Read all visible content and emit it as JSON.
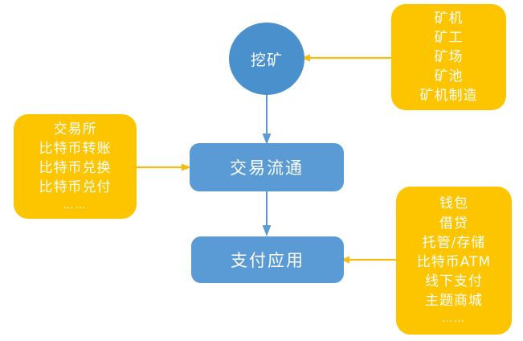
{
  "diagram": {
    "title_nodes": {
      "mining": "挖矿",
      "circulation": "交易流通",
      "payment": "支付应用"
    },
    "groups": {
      "mining_group": {
        "lines": [
          "矿机",
          "矿工",
          "矿场",
          "矿池",
          "矿机制造"
        ]
      },
      "exchange_group": {
        "lines": [
          "交易所",
          "比特币转账",
          "比特币兑换",
          "比特币兑付"
        ],
        "ellipsis": "……"
      },
      "payment_group": {
        "lines": [
          "钱包",
          "借贷",
          "托管/存储",
          "比特币ATM",
          "线下支付",
          "主题商城"
        ],
        "ellipsis": "……"
      }
    },
    "colors": {
      "blue_box": "#5b9bd5",
      "blue_circle": "#4a90cc",
      "orange_box": "#fdc400",
      "orange_arrow": "#f5bc13",
      "blue_arrow": "#5b9bd5",
      "text": "#ffffff",
      "background": "#ffffff"
    },
    "connectors": [
      {
        "name": "mining-group-to-mining",
        "direction": "left",
        "color": "#f5bc13"
      },
      {
        "name": "mining-to-circulation",
        "direction": "down",
        "color": "#5b9bd5"
      },
      {
        "name": "exchange-group-to-circulation",
        "direction": "right",
        "color": "#f5bc13"
      },
      {
        "name": "circulation-to-payment",
        "direction": "down",
        "color": "#5b9bd5"
      },
      {
        "name": "payment-group-to-payment",
        "direction": "left",
        "color": "#f5bc13"
      }
    ]
  }
}
